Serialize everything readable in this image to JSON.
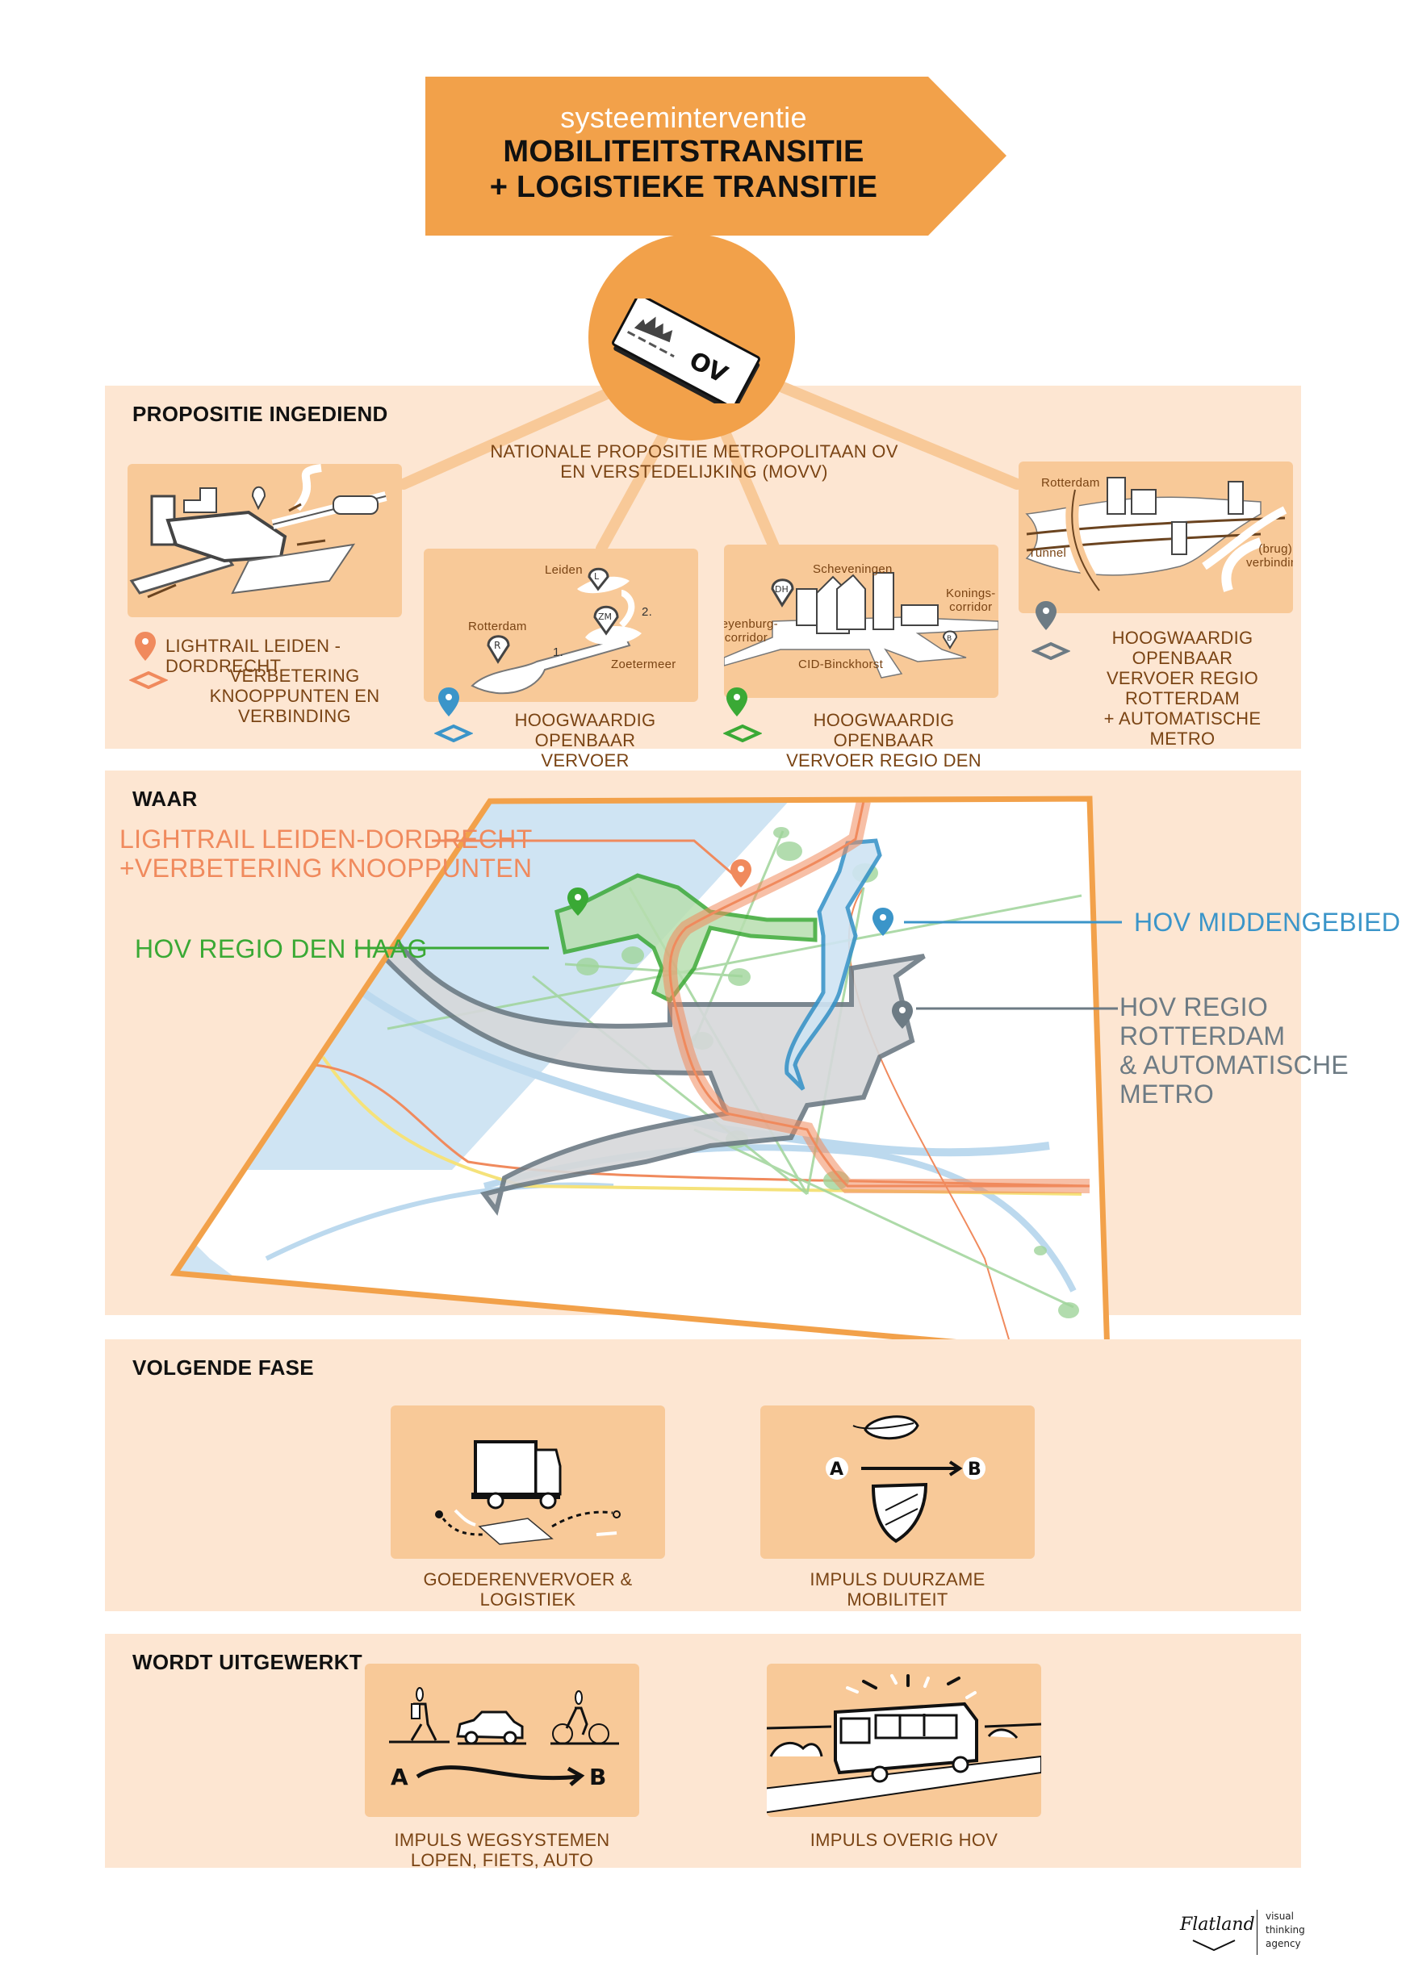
{
  "header": {
    "subtitle": "systeeminterventie",
    "title_line1": "MOBILITEITSTRANSITIE",
    "title_line2": "+ LOGISTIEKE TRANSITIE",
    "color": "#f2a14a"
  },
  "central_icon": {
    "icon": "ov-ticket-icon",
    "label": "OV"
  },
  "sections": {
    "propositie": {
      "title": "PROPOSITIE INGEDIEND",
      "central_label_line1": "NATIONALE PROPOSITIE METROPOLITAAN OV",
      "central_label_line2": "EN VERSTEDELIJKING (MOVV)",
      "items": [
        {
          "id": "lightrail",
          "pin_color": "#f08a5d",
          "title": "LIGHTRAIL LEIDEN - DORDRECHT",
          "line2": "VERBETERING",
          "line3": "KNOOPPUNTEN EN VERBINDING",
          "illustration": "station-hub-illustration"
        },
        {
          "id": "middengebied",
          "pin_color": "#3b95c9",
          "line1": "HOOGWAARDIG OPENBAAR",
          "line2": "VERVOER MIDDENGEBIED",
          "illustration_labels": [
            "Leiden",
            "Rotterdam",
            "Zoetermeer",
            "1.",
            "2.",
            "R",
            "ZM",
            "L"
          ]
        },
        {
          "id": "denhaag",
          "pin_color": "#3aa935",
          "line1": "HOOGWAARDIG OPENBAAR",
          "line2": "VERVOER REGIO DEN HAAG",
          "illustration_labels": [
            "Scheveningen",
            "Konings-",
            "corridor",
            "Leyenburg-",
            "corridor",
            "CID-Binckhorst",
            "DH",
            "B"
          ]
        },
        {
          "id": "rotterdam",
          "pin_color": "#6d7b84",
          "line1": "HOOGWAARDIG OPENBAAR",
          "line2": "VERVOER REGIO ROTTERDAM",
          "line3": "+ AUTOMATISCHE METRO",
          "illustration_labels": [
            "Rotterdam",
            "Tunnel",
            "(brug)",
            "verbinding"
          ]
        }
      ]
    },
    "waar": {
      "title": "WAAR",
      "labels": {
        "lightrail_line1": "LIGHTRAIL LEIDEN-DORDRECHT",
        "lightrail_line2": "+VERBETERING KNOOPPUNTEN",
        "denhaag": "HOV REGIO DEN HAAG",
        "middengebied": "HOV MIDDENGEBIED",
        "rotterdam_line1": "HOV REGIO ROTTERDAM",
        "rotterdam_line2": "& AUTOMATISCHE METRO"
      },
      "colors": {
        "lightrail": "#f08a5d",
        "denhaag": "#3aa935",
        "middengebied": "#3b95c9",
        "rotterdam": "#6d7b84",
        "water": "#cfe4f3",
        "frame": "#f2a14a"
      }
    },
    "volgende_fase": {
      "title": "VOLGENDE FASE",
      "items": [
        {
          "label": "GOEDERENVERVOER & LOGISTIEK",
          "icon": "truck-icon"
        },
        {
          "label": "IMPULS DUURZAME MOBILITEIT",
          "icon": "leaf-a-to-b-icon",
          "a": "A",
          "b": "B"
        }
      ]
    },
    "wordt_uitgewerkt": {
      "title": "WORDT UITGEWERKT",
      "items": [
        {
          "label_line1": "IMPULS WEGSYSTEMEN",
          "label_line2": "LOPEN, FIETS, AUTO",
          "icon": "walk-car-bike-icon",
          "a": "A",
          "b": "B"
        },
        {
          "label_line1": "IMPULS OVERIG HOV",
          "icon": "bus-icon"
        }
      ]
    }
  },
  "footer": {
    "brand": "Flatland",
    "tagline_line1": "visual",
    "tagline_line2": "thinking",
    "tagline_line3": "agency"
  }
}
